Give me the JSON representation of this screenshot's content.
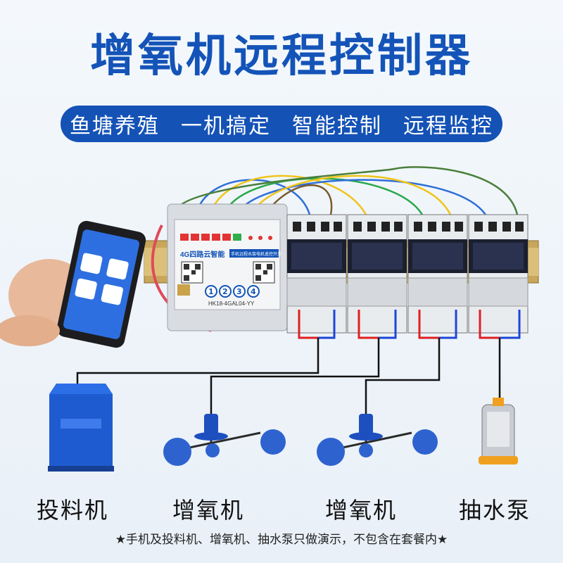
{
  "title": "增氧机远程控制器",
  "banner": [
    "鱼塘养殖",
    "一机搞定",
    "智能控制",
    "远程监控"
  ],
  "controller": {
    "brand": "4G四路云智能",
    "subtitle": "手机远程水泵电机遥控开关",
    "model": "HK18-4GAL04-YY",
    "buttons": [
      "1",
      "2",
      "3",
      "4"
    ]
  },
  "devices": [
    "投料机",
    "增氧机",
    "增氧机",
    "抽水泵"
  ],
  "footnote": "★手机及投料机、增氧机、抽水泵只做演示，不包含在套餐内★"
}
